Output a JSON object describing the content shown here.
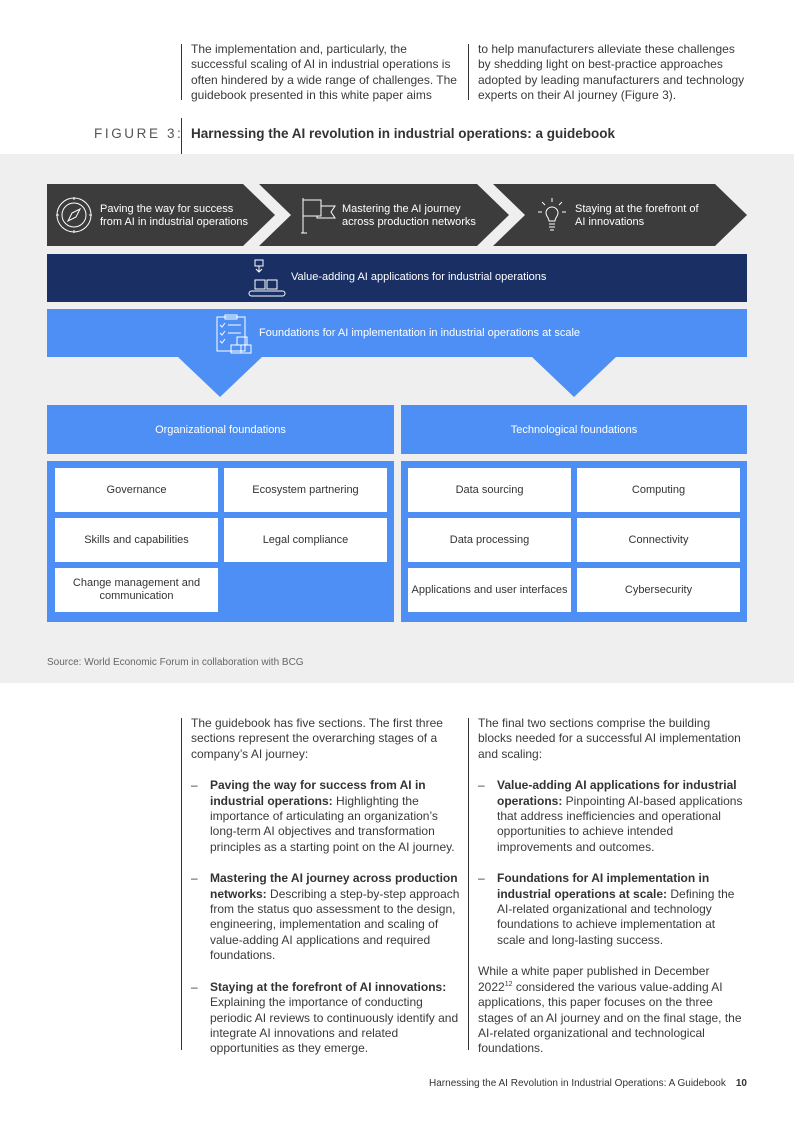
{
  "top_text": {
    "left": "The implementation and, particularly, the successful scaling of AI in industrial operations is often hindered by a wide range of challenges. The guidebook presented in this white paper aims",
    "right": "to help manufacturers alleviate these challenges by shedding light on best-practice approaches adopted by leading manufacturers and technology experts on their AI journey (Figure 3)."
  },
  "figure": {
    "label": "FIGURE 3:",
    "title": "Harnessing the AI revolution in industrial operations: a guidebook",
    "stages": [
      {
        "line1": "Paving the way for success",
        "line2": "from AI in industrial operations",
        "icon": "compass-icon"
      },
      {
        "line1": "Mastering the AI journey",
        "line2": "across production networks",
        "icon": "flag-icon"
      },
      {
        "line1": "Staying at the forefront of",
        "line2": "AI innovations",
        "icon": "lightbulb-icon"
      }
    ],
    "applications": "Value-adding AI applications for industrial operations",
    "foundations": "Foundations for AI implementation in industrial operations at scale",
    "org": {
      "title": "Organizational foundations",
      "items": [
        "Governance",
        "Ecosystem partnering",
        "Skills and capabilities",
        "Legal compliance",
        "Change management and communication"
      ]
    },
    "tech": {
      "title": "Technological foundations",
      "items": [
        "Data sourcing",
        "Computing",
        "Data processing",
        "Connectivity",
        "Applications and user interfaces",
        "Cybersecurity"
      ]
    },
    "colors": {
      "dark": "#3c3c3c",
      "navy": "#1a2f63",
      "blue": "#4d8ff4",
      "band": "#efefef"
    },
    "source": "Source: World Economic Forum in collaboration with BCG"
  },
  "body": {
    "left_intro": "The guidebook has five sections. The first three sections represent the overarching stages of a company’s AI journey:",
    "left_items": [
      {
        "bold": "Paving the way for success from AI in industrial operations:",
        "text": " Highlighting the importance of articulating an organization’s long-term AI objectives and transformation principles as a starting point on the AI journey."
      },
      {
        "bold": "Mastering the AI journey across production networks:",
        "text": " Describing a step-by-step approach from the status quo assessment to the design, engineering, implementation and scaling of value-adding AI applications and required foundations."
      },
      {
        "bold": "Staying at the forefront of AI innovations:",
        "text": " Explaining the importance of conducting periodic AI reviews to continuously identify and integrate AI innovations and related opportunities as they emerge."
      }
    ],
    "right_intro": "The final two sections comprise the building blocks needed for a successful AI implementation and scaling:",
    "right_items": [
      {
        "bold": "Value-adding AI applications for industrial operations:",
        "text": " Pinpointing AI-based applications that address inefficiencies and operational opportunities to achieve intended improvements and outcomes."
      },
      {
        "bold": "Foundations for AI implementation in industrial operations at scale:",
        "text": " Defining the AI-related organizational and technology foundations to achieve implementation at scale and long-lasting success."
      }
    ],
    "closing_a": "While a white paper published in December 2022",
    "closing_sup": "12",
    "closing_b": " considered the various value-adding AI applications, this paper focuses on the three stages of an AI journey and on the final stage, the AI-related organizational and technological foundations.",
    "dash": "–"
  },
  "footer": {
    "title_bold": "Harnessing the AI Revolution in Industrial Operations:",
    "title_rest": " A Guidebook",
    "page": "10"
  }
}
